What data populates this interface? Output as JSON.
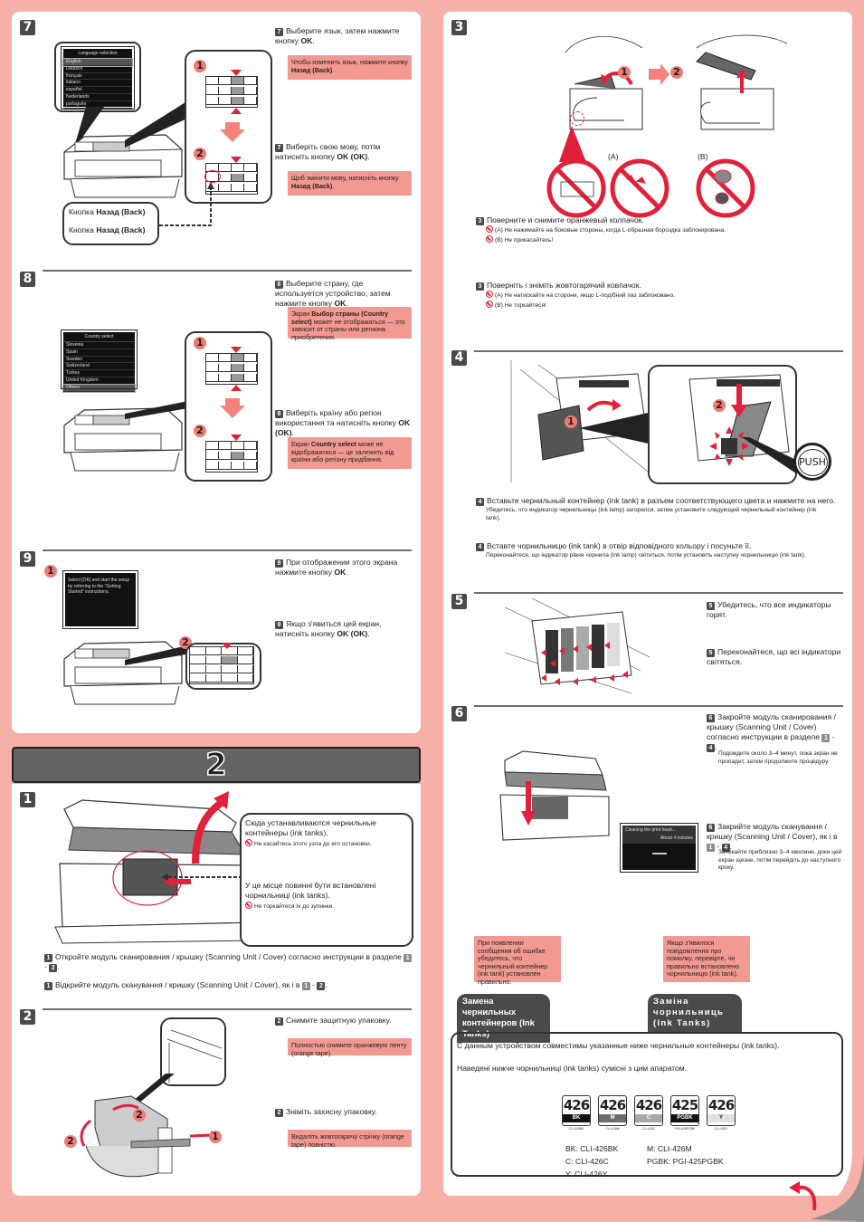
{
  "left": {
    "step7": {
      "number": "7",
      "ru_text": "Выберите язык, затем нажмите кнопку ",
      "ru_bold": "OK",
      "ru_note_pre": "Чтобы изменить язык, нажмите кнопку ",
      "ru_note_bold": "Назад (Back)",
      "uk_text": "Виберіть свою мову, потім натисніть кнопку ",
      "uk_bold": "OK (OK)",
      "uk_note_pre": "Щоб змінити мову, натисніть кнопку ",
      "uk_note_bold": "Назад (Back)",
      "back_label_prefix": "Кнопка ",
      "back_label_bold": "Назад (Back)",
      "screen_title": "Language selection",
      "languages": [
        "English",
        "Deutsch",
        "français",
        "italiano",
        "español",
        "Nederlands",
        "português"
      ],
      "callout_steps": [
        "1",
        "2"
      ]
    },
    "step8": {
      "number": "8",
      "ru_text": "Выберите страну, где используется устройство, затем нажмите кнопку ",
      "ru_bold": "OK",
      "ru_note_pre": "Экран ",
      "ru_note_bold": "Выбор страны (Country select)",
      "ru_note_post": " может не отображаться — это зависит от страны или региона приобретения.",
      "uk_text": "Виберіть країну або регіон використання та натисніть кнопку ",
      "uk_bold": "OK (OK)",
      "uk_note_pre": "Екран ",
      "uk_note_bold": "Country select",
      "uk_note_post": " може не відображатися — це залежить від країни або регіону придбання.",
      "screen_title": "Country select",
      "countries": [
        "Slovenia",
        "Spain",
        "Sweden",
        "Switzerland",
        "Turkey",
        "United Kingdom",
        "Others"
      ],
      "callout_steps": [
        "1",
        "2"
      ]
    },
    "step9": {
      "number": "9",
      "ru_text": "При отображении этого экрана нажмите кнопку ",
      "ru_bold": "OK",
      "uk_text": "Якщо з'явиться цей екран, натисніть кнопку ",
      "uk_bold": "OK (OK)",
      "screen_text": "Select [OK] and start the setup by referring to the \"Getting Started\" instructions.",
      "callout_steps": [
        "1",
        "2"
      ]
    },
    "section_number": "2",
    "s2step1": {
      "number": "1",
      "callout_ru": "Сюда устанавливаются чернильные контейнеры (ink tanks).",
      "callout_ru_warn": "Не касайтесь этого узла до его остановки.",
      "callout_uk": "У це місце повинні бути встановлені чорнильниці (ink tanks).",
      "callout_uk_warn": "Не торкайтеся їх до зупинки.",
      "ru_text": "Откройте модуль сканирования / крышку (Scanning Unit / Cover) согласно инструкции в разделе ",
      "uk_text": "Відкрийте модуль сканування / кришку (Scanning Unit / Cover), як і в ",
      "ref_a": "1",
      "ref_b": "2"
    },
    "s2step2": {
      "number": "2",
      "ru_text": "Снимите защитную упаковку.",
      "ru_note": "Полностью снимите оранжевую ленту (orange tape).",
      "uk_text": "Зніміть захисну упаковку.",
      "uk_note": "Видаліть жовтогарячу стрічку (orange tape) повністю.",
      "markers": [
        "2",
        "2",
        "1"
      ]
    }
  },
  "right": {
    "step3": {
      "number": "3",
      "markers": [
        "1",
        "2"
      ],
      "label_a": "(A)",
      "label_b": "(B)",
      "ru_text": "Поверните и снимите оранжевый колпачок.",
      "ru_warn_a": "(A) Не нажимайте на боковые стороны, когда L-образная бороздка заблокирована.",
      "ru_warn_b": "(B) Не прикасайтесь!",
      "uk_text": "Поверніть і зніміть жовтогарячий ковпачок.",
      "uk_warn_a": "(A) Не натискайте на сторони, якщо L-подібний паз заблоковано.",
      "uk_warn_b": "(B) Не торкайтеся!"
    },
    "step4": {
      "number": "4",
      "markers": [
        "1",
        "2"
      ],
      "push_label": "PUSH",
      "ru_text": "Вставьте чернильный контейнер (ink tank) в разъем соответствующего цвета и нажмите на него.",
      "ru_sub": "Убедитесь, что индикатор чернильницы (ink lamp) загорелся, затем установите следующий чернильный контейнер (ink tank).",
      "uk_text": "Вставте чорнильницю (ink tank) в отвір відповідного кольору і посуньте її.",
      "uk_sub": "Переконайтеся, що індикатор рівня чорнила (ink lamp) світиться, потім установіть наступну чорнильницю (ink tank)."
    },
    "step5": {
      "number": "5",
      "ru_text": "Убедитесь, что все индикаторы горят.",
      "uk_text": "Переконайтеся, що всі індикатори світяться."
    },
    "step6": {
      "number": "6",
      "ru_text": "Закройте модуль сканирования / крышку (Scanning Unit / Cover) согласно инструкции в разделе ",
      "ru_sub": "Подождите около 3–4 минут, пока экран не пропадет, затем продолжите процедуру.",
      "uk_text": "Закрийте модуль сканування / кришку (Scanning Unit / Cover), як і в ",
      "uk_sub": "Зачекайте приблизно 3–4 хвилини, доки цей екран щезне, потім перейдіть до наступного кроку.",
      "ref_a": "1",
      "ref_b": "4",
      "screen_line1": "Cleaning the print head...",
      "screen_line2": "About 4 minutes",
      "ru_error_note": "При появлении сообщения об ошибке убедитесь, что чернильный контейнер (ink tank) установлен правильно.",
      "uk_error_note": "Якщо з'явилося повідомлення про помилку, перевірте, чи правильно встановлено чорнильницю (ink tank)."
    },
    "ink": {
      "tab_ru": "Замена чернильных контейнеров (Ink Tanks)",
      "tab_uk": "Заміна чорнильниць (Ink Tanks)",
      "ru_text": "С данным устройством совместимы указанные ниже чернильные контейнеры (ink tanks).",
      "uk_text": "Наведені нижче чорнильниці (ink tanks) сумісні з цим апаратом.",
      "tanks": [
        {
          "num": "426",
          "code": "BK",
          "color": "#111111",
          "caption": "CLI-426BK"
        },
        {
          "num": "426",
          "code": "M",
          "color": "#6d6d6d",
          "caption": "CLI-426M"
        },
        {
          "num": "426",
          "code": "C",
          "color": "#a8a8a8",
          "caption": "CLI-426C"
        },
        {
          "num": "425",
          "code": "PGBK",
          "color": "#111111",
          "caption": "PGI-425PGBK"
        },
        {
          "num": "426",
          "code": "Y",
          "color": "#e0e0e0",
          "caption": "CLI-426Y"
        }
      ],
      "list": [
        "BK: CLI-426BK",
        "M: CLI-426M",
        "C: CLI-426C",
        "PGBK: PGI-425PGBK",
        "Y: CLI-426Y"
      ]
    }
  },
  "colors": {
    "background": "#f5b1a8",
    "note": "#f29a91",
    "accent_red": "#e3203a",
    "step_badge": "#4a4a4a"
  }
}
